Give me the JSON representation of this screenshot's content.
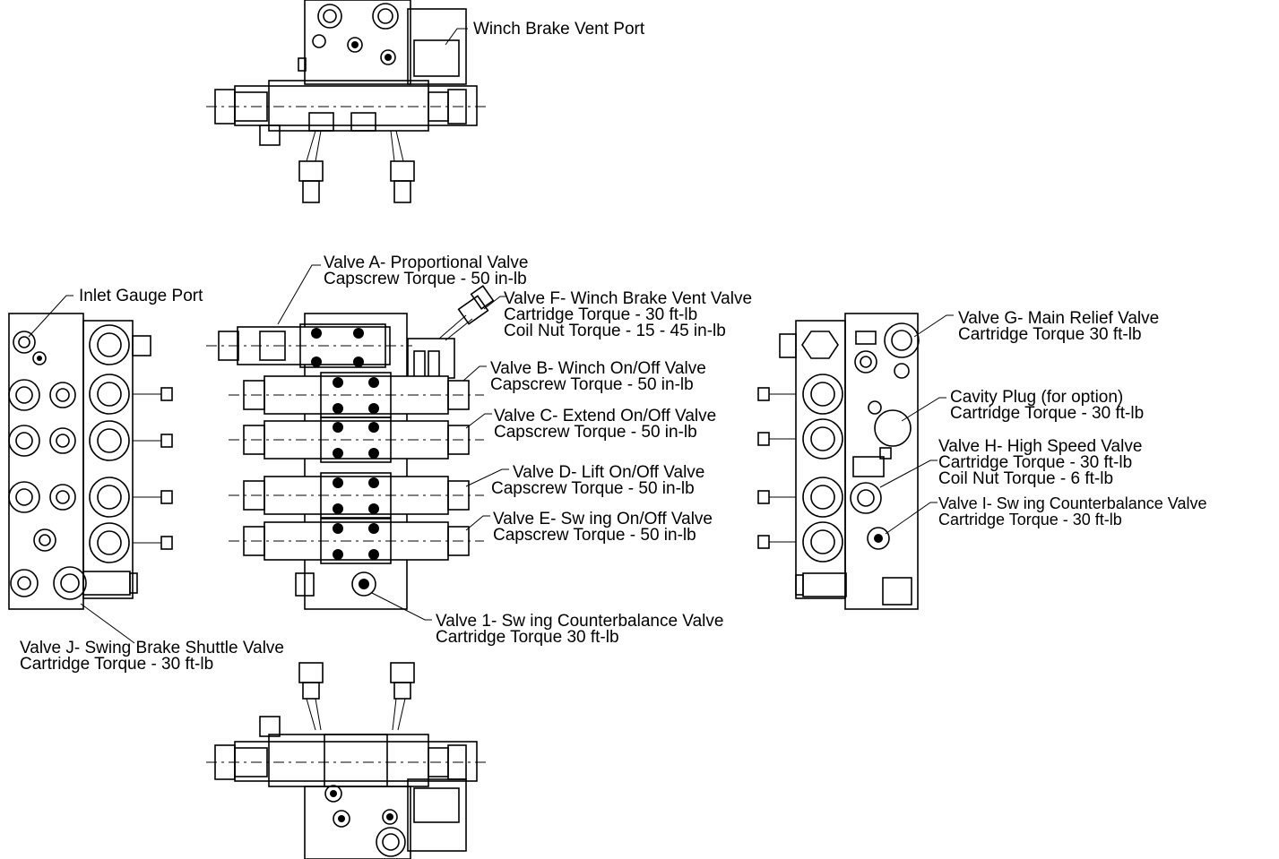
{
  "callouts": {
    "winch_brake_vent_port": [
      "Winch Brake Vent Port"
    ],
    "inlet_gauge_port": [
      "Inlet Gauge Port"
    ],
    "valve_a": [
      "Valve A- Proportional Valve",
      "Capscrew  Torque - 50 in-lb"
    ],
    "valve_f": [
      "Valve F- Winch Brake Vent Valve",
      "Cartridge Torque - 30 ft-lb",
      "Coil Nut Torque - 15 - 45 in-lb"
    ],
    "valve_b": [
      "Valve B- Winch On/Off Valve",
      "Capscrew  Torque - 50 in-lb"
    ],
    "valve_c": [
      "Valve C- Extend On/Off Valve",
      "Capscrew  Torque - 50 in-lb"
    ],
    "valve_d": [
      "Valve D- Lift On/Off Valve",
      "Capscrew  Torque - 50 in-lb"
    ],
    "valve_e": [
      "Valve E- Sw ing On/Off Valve",
      "Capscrew  Torque - 50 in-lb"
    ],
    "valve_g": [
      "Valve G- Main Relief Valve",
      "Cartridge Torque 30 ft-lb"
    ],
    "cavity_plug": [
      "Cavity Plug (for option)",
      "Cartridge Torque - 30 ft-lb"
    ],
    "valve_h": [
      "Valve H- High Speed Valve",
      "Cartridge Torque - 30 ft-lb",
      "Coil Nut Torque - 6 ft-lb"
    ],
    "valve_i": [
      "Valve I- Sw ing Counterbalance Valve",
      "Cartridge Torque - 30 ft-lb"
    ],
    "valve_1": [
      "Valve 1- Sw ing Counterbalance Valve",
      "Cartridge Torque 30 ft-lb"
    ],
    "valve_j": [
      "Valve J- Swing Brake Shuttle Valve",
      "Cartridge Torque - 30 ft-lb"
    ]
  }
}
